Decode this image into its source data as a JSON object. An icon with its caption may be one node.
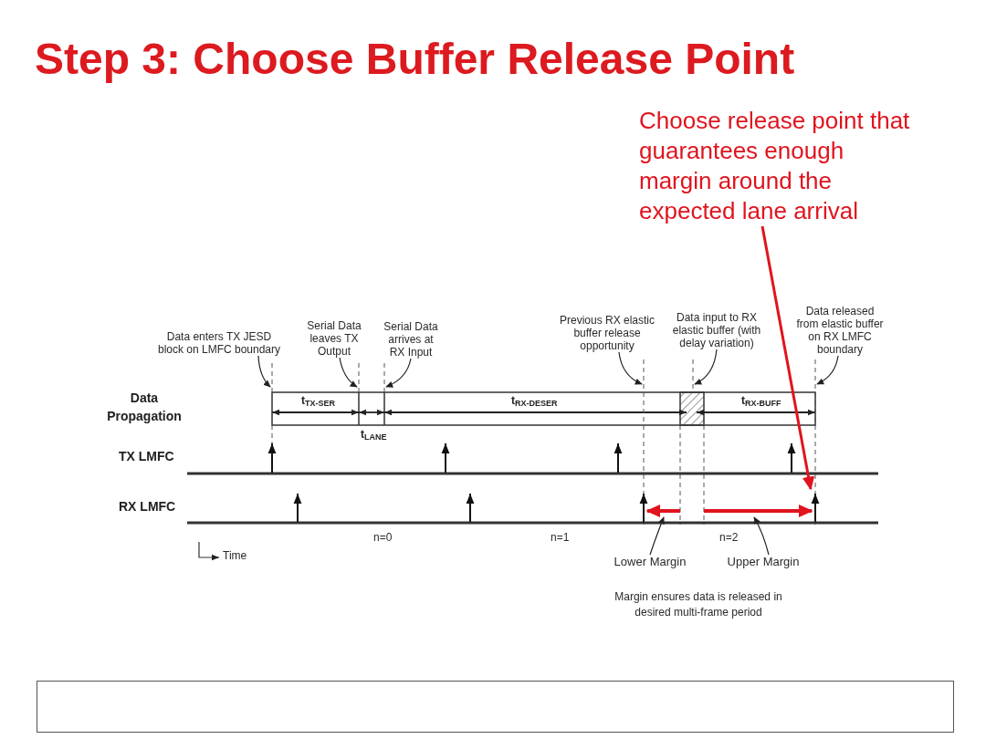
{
  "diagram": {
    "title": "Step 3: Choose Buffer Release Point",
    "nodes": [
      {
        "text": [
          "Choose release point that guarantees enough margin around the expected lane arrival"
        ]
      },
      {
        "text": [
          "Data enters TX JESD block on LMFC boundary"
        ]
      },
      {
        "text": [
          "Serial Data leaves TX Output"
        ]
      },
      {
        "text": [
          "Serial Data arrives at RX Input"
        ]
      },
      {
        "text": [
          "Previous RX elastic buffer release opportunity"
        ]
      },
      {
        "text": [
          "Data input to RX elastic buffer (with delay variation)"
        ]
      },
      {
        "text": [
          "Data released from elastic buffer on RX LMFC boundary"
        ]
      },
      {
        "text": [
          "Lower Margin"
        ]
      },
      {
        "text": [
          "Upper Margin"
        ]
      }
    ],
    "edges": [
      {
        "from": 0,
        "to": null,
        "arrow": "to",
        "style": "thick",
        "color": "#e0141e"
      },
      {
        "from": 1,
        "to": null,
        "arrow": "to"
      },
      {
        "from": 2,
        "to": null,
        "arrow": "to"
      },
      {
        "from": 3,
        "to": null,
        "arrow": "to"
      },
      {
        "from": 4,
        "to": null,
        "arrow": "to"
      },
      {
        "from": 5,
        "to": null,
        "arrow": "to"
      },
      {
        "from": 6,
        "to": null,
        "arrow": "to"
      },
      {
        "from": 7,
        "to": null,
        "arrow": "to"
      },
      {
        "from": 8,
        "to": null,
        "arrow": "to"
      }
    ],
    "labels": [
      "Data Propagation",
      "t$_{TX-SER}$",
      "t$_{RX-DESER}$",
      "t$_{RX-BUFF}$",
      "t$_{LANE}$",
      "TX LMFC",
      "RX LMFC",
      "n=0",
      "n=1",
      "n=2",
      "Time",
      "Margin ensures data is released in desired multi-frame period"
    ]
  }
}
